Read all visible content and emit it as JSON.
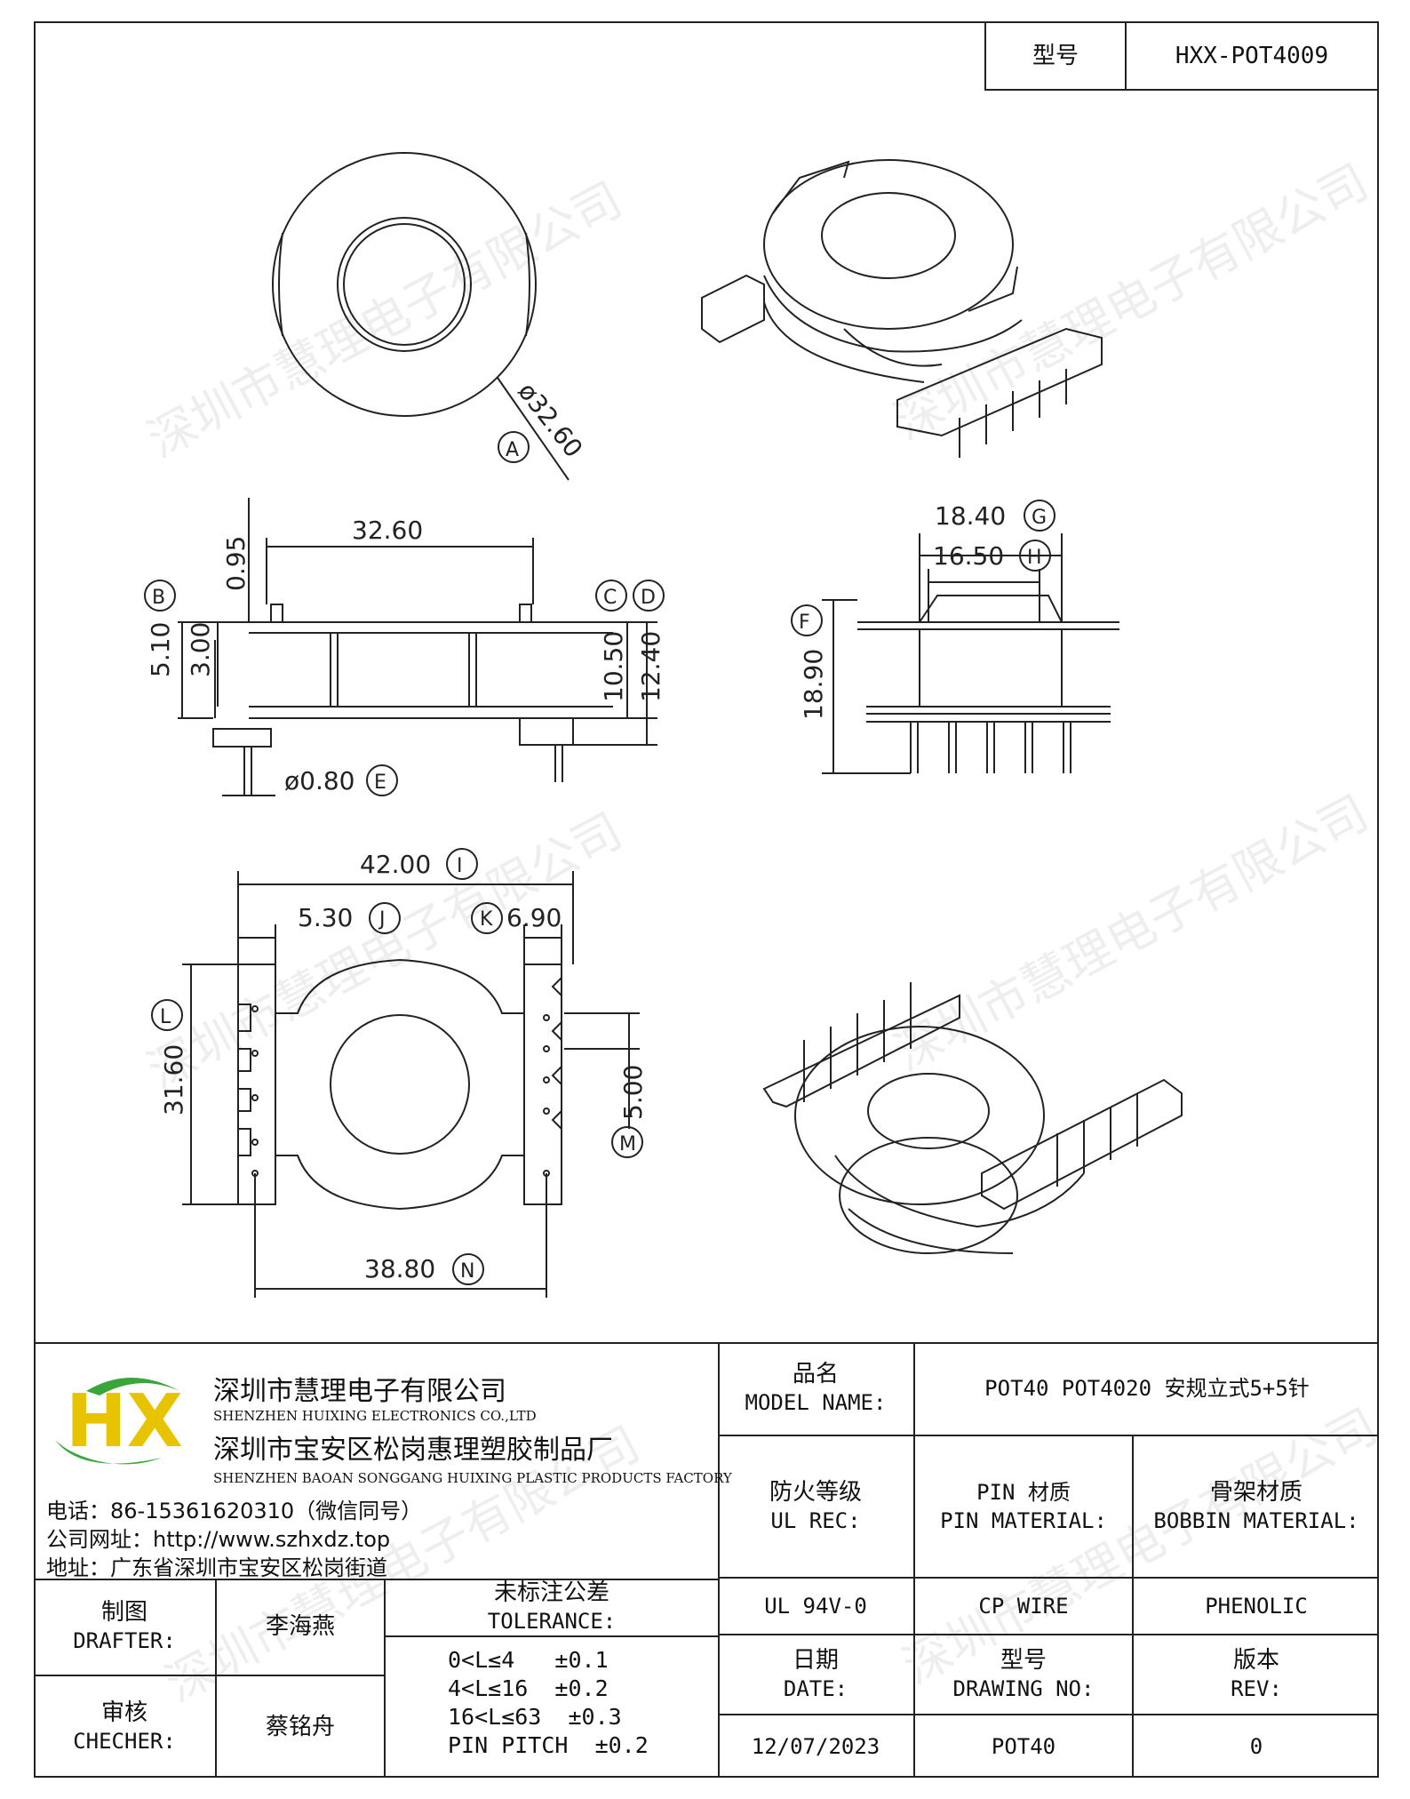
{
  "header": {
    "model_label": "型号",
    "model_value": "HXX-POT4009"
  },
  "dims": {
    "a_dia": "ø32.60",
    "a_tag": "A",
    "top_width": "32.60",
    "flange_t": "0.95",
    "b_tag": "B",
    "b_val": "5.10",
    "b_inner": "3.00",
    "c_tag": "C",
    "d_tag": "D",
    "c_val": "10.50",
    "d_val": "12.40",
    "e_val": "ø0.80",
    "e_tag": "E",
    "g_val": "18.40",
    "g_tag": "G",
    "h_val": "16.50",
    "h_tag": "H",
    "f_tag": "F",
    "f_val": "18.90",
    "i_val": "42.00",
    "i_tag": "I",
    "j_val": "5.30",
    "j_tag": "J",
    "k_tag": "K",
    "k_val": "6.90",
    "l_tag": "L",
    "l_val": "31.60",
    "m_val": "5.00",
    "m_tag": "M",
    "n_val": "38.80",
    "n_tag": "N"
  },
  "watermark": "深圳市慧理电子有限公司",
  "company": {
    "logo_text": "HX",
    "name_cn": "深圳市慧理电子有限公司",
    "name_en": "SHENZHEN HUIXING ELECTRONICS CO.,LTD",
    "factory_cn": "深圳市宝安区松岗惠理塑胶制品厂",
    "factory_en": "SHENZHEN BAOAN SONGGANG HUIXING PLASTIC PRODUCTS FACTORY",
    "phone": "电话：86-15361620310（微信同号）",
    "website": "公司网址：http://www.szhxdz.top",
    "address": "地址：广东省深圳市宝安区松岗街道"
  },
  "table": {
    "model_name_cn": "品名",
    "model_name_en": "MODEL NAME:",
    "model_name_value": "POT40 POT4020 安规立式5+5针",
    "ul_cn": "防火等级",
    "ul_en": "UL REC:",
    "pin_cn": "PIN 材质",
    "pin_en": "PIN MATERIAL:",
    "bobbin_cn": "骨架材质",
    "bobbin_en": "BOBBIN MATERIAL:",
    "ul_value": "UL 94V-0",
    "pin_value": "CP WIRE",
    "bobbin_value": "PHENOLIC",
    "drafter_cn": "制图",
    "drafter_en": "DRAFTER:",
    "drafter_name": "李海燕",
    "checker_cn": "审核",
    "checker_en": "CHECHER:",
    "checker_name": "蔡铭舟",
    "tol_cn": "未标注公差",
    "tol_en": "TOLERANCE:",
    "tol_lines": [
      "0<L≤4   ±0.1",
      "4<L≤16  ±0.2",
      "16<L≤63  ±0.3",
      "PIN PITCH  ±0.2"
    ],
    "date_cn": "日期",
    "date_en": "DATE:",
    "dwg_cn": "型号",
    "dwg_en": "DRAWING NO:",
    "rev_cn": "版本",
    "rev_en": "REV:",
    "date_value": "12/07/2023",
    "dwg_value": "POT40",
    "rev_value": "0"
  },
  "colors": {
    "line": "#222222",
    "logo_green": "#3aa53a",
    "logo_yellow": "#e8c400"
  }
}
